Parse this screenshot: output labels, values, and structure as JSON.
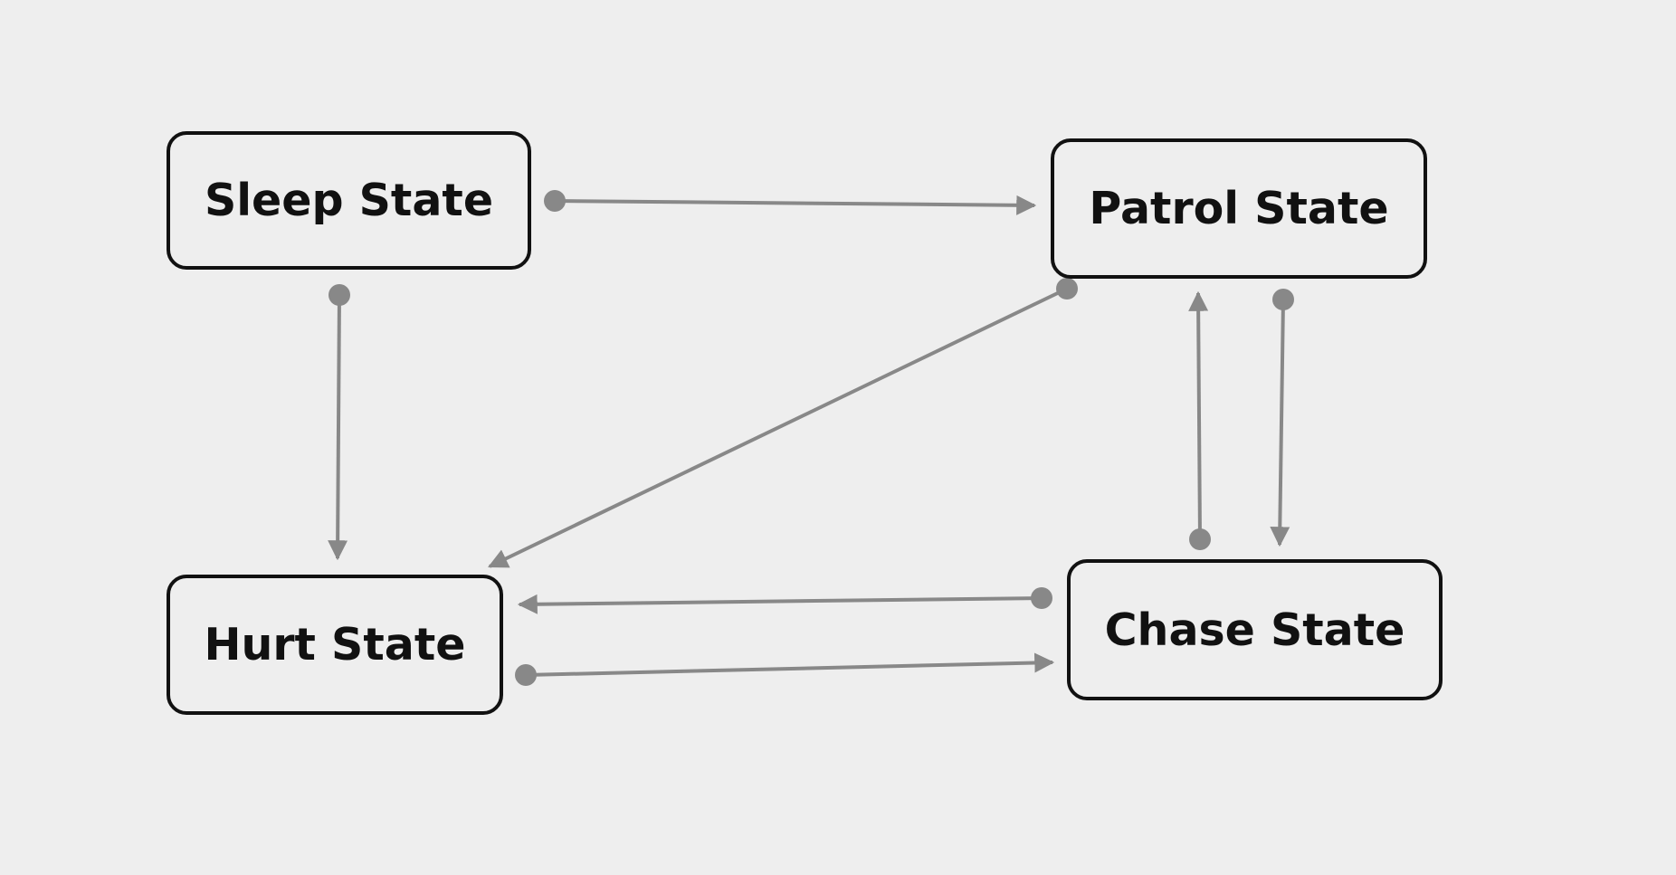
{
  "states": {
    "sleep": "Sleep State",
    "patrol": "Patrol State",
    "hurt": "Hurt State",
    "chase": "Chase State"
  },
  "transitions": [
    {
      "from": "sleep",
      "to": "patrol"
    },
    {
      "from": "sleep",
      "to": "hurt"
    },
    {
      "from": "patrol",
      "to": "hurt"
    },
    {
      "from": "chase",
      "to": "patrol"
    },
    {
      "from": "patrol",
      "to": "chase"
    },
    {
      "from": "chase",
      "to": "hurt"
    },
    {
      "from": "hurt",
      "to": "chase"
    }
  ],
  "colors": {
    "edge": "#888888",
    "border": "#111111",
    "background": "#eeeeee"
  }
}
